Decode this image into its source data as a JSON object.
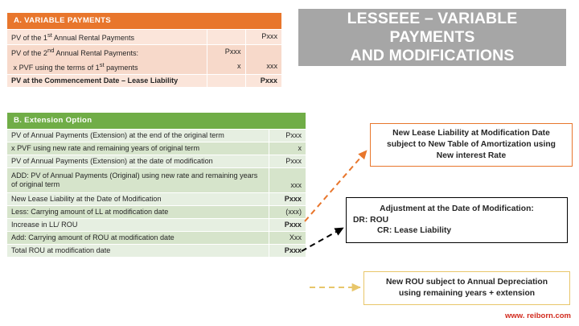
{
  "title": {
    "line1": "LESSEEE – VARIABLE PAYMENTS",
    "line2": "AND MODIFICATIONS"
  },
  "colors": {
    "orange": "#E8762C",
    "orange_fill": "#FBE5DA",
    "orange_fill_alt": "#F7D9CA",
    "green": "#70AD47",
    "green_fill": "#E6EFE1",
    "green_fill_alt": "#D6E4CB",
    "title_bg": "#A6A6A6",
    "callout_yellow": "#E8C66A",
    "callout_black": "#000000",
    "footer_red": "#D22B1E"
  },
  "table_a": {
    "header": "A.    VARIABLE PAYMENTS",
    "rows": [
      {
        "label": "PV of the 1st Annual Rental Payments",
        "label_html": "PV of the 1<sup>st</sup> Annual Rental Payments",
        "mid": "",
        "value": "Pxxx",
        "bold": false
      },
      {
        "label": "PV of the 2nd Annual Rental Payments:",
        "label_html": "PV of the 2<sup>nd</sup> Annual Rental Payments:",
        "mid": "Pxxx",
        "value": "",
        "bold": false
      },
      {
        "label": " x PVF using the terms of 1st payments",
        "label_html": " x PVF using the terms of 1<sup>st</sup> payments",
        "mid": "x",
        "value": "xxx",
        "bold": false
      },
      {
        "label": "PV at the Commencement Date – Lease Liability",
        "label_html": "PV at the Commencement Date – Lease Liability",
        "mid": "",
        "value": "Pxxx",
        "bold": true
      }
    ]
  },
  "table_b": {
    "header": "B. Extension Option",
    "rows": [
      {
        "label": "PV of Annual Payments (Extension) at the end of the original term",
        "value": "Pxxx",
        "bold": false,
        "indent": false
      },
      {
        "label": "x PVF using new rate and remaining years of original term",
        "value": "x",
        "bold": false,
        "indent": true
      },
      {
        "label": "PV of Annual Payments (Extension) at the date of modification",
        "value": "Pxxx",
        "bold": false,
        "indent": false
      },
      {
        "label": "ADD: PV of Annual Payments (Original) using new rate and remaining years of original term",
        "value": "xxx",
        "bold": false,
        "indent": false
      },
      {
        "label": "New Lease Liability at the Date of Modification",
        "value": "Pxxx",
        "bold": true,
        "indent": false
      },
      {
        "label": "Less: Carrying amount of LL at modification date",
        "value": "(xxx)",
        "bold": false,
        "indent": false
      },
      {
        "label": "Increase in LL/ ROU",
        "value": "Pxxx",
        "bold": true,
        "indent": false
      },
      {
        "label": "Add: Carrying amount of ROU at modification date",
        "value": "Xxx",
        "bold": false,
        "indent": false
      },
      {
        "label": "Total ROU at modification date",
        "value": "Pxxx",
        "bold": true,
        "indent": false
      }
    ]
  },
  "callouts": {
    "one": {
      "line1": "New Lease Liability at Modification Date",
      "line2": "subject to New Table of Amortization using",
      "line3": "New interest Rate"
    },
    "two": {
      "line1": "Adjustment at the Date of Modification:",
      "line2": "DR: ROU",
      "line3": "CR: Lease Liability"
    },
    "three": {
      "line1": "New ROU subject to Annual Depreciation",
      "line2": "using remaining years + extension"
    }
  },
  "footer": {
    "text": "www. reiborn.com"
  }
}
